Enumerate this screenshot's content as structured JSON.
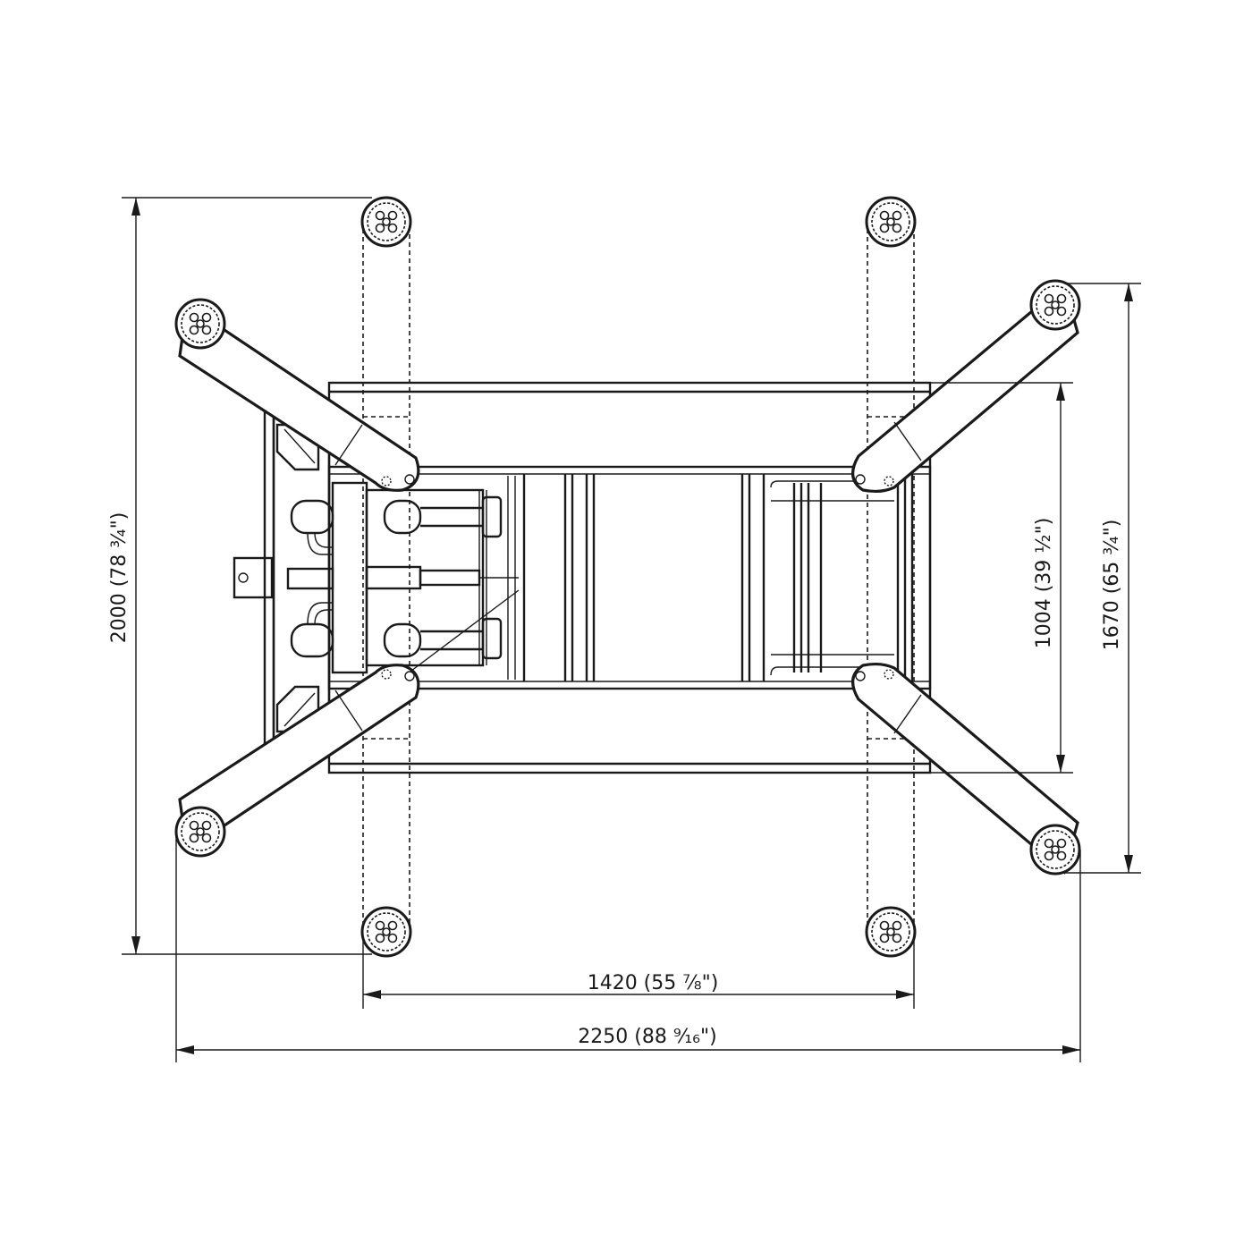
{
  "dimensions": {
    "width_between_pads": "1420 (55 ⅞\")",
    "overall_width": "2250 (88 ⁹⁄₁₆\")",
    "overall_length": "2000 (78 ¾\")",
    "frame_length": "1004 (39 ½\")",
    "arm_span_length": "1670 (65 ¾\")"
  },
  "colors": {
    "line": "#1a1a1a",
    "background": "#ffffff"
  }
}
